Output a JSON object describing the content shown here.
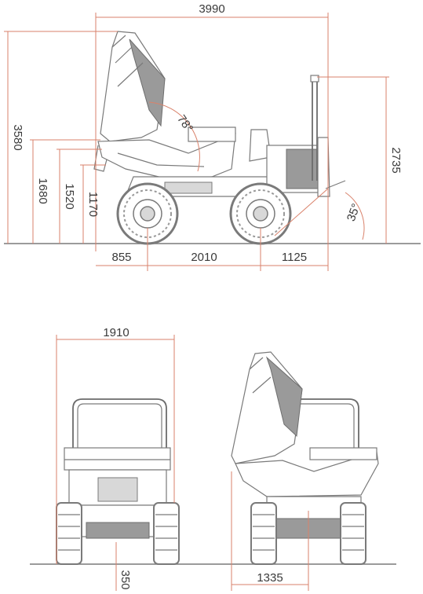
{
  "colors": {
    "dimension": "#d9826b",
    "outline": "#7a7a7a",
    "shade": "#9a9a9a",
    "text": "#3a3a3a"
  },
  "side_view": {
    "overall_length": "3990",
    "height_tipped": "3580",
    "height_rops": "2735",
    "height_1680": "1680",
    "height_1520": "1520",
    "height_1170": "1170",
    "front_overhang": "855",
    "wheelbase": "2010",
    "rear_overhang": "1125",
    "tip_angle": "78°",
    "departure_angle": "35°"
  },
  "front_view": {
    "width": "1910",
    "ground_clearance": "350"
  },
  "side_tip_view": {
    "offset": "1335"
  }
}
